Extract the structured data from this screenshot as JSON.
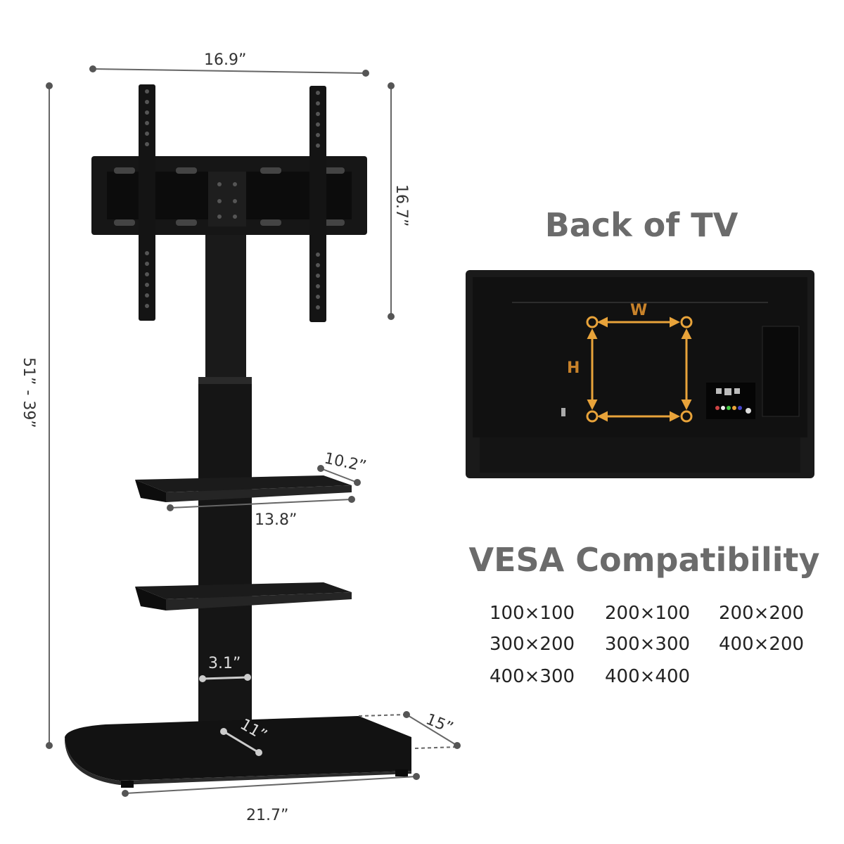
{
  "dimensions": {
    "top_width": "16.9”",
    "mount_height": "16.7”",
    "total_height": "51” - 39”",
    "shelf_depth": "10.2”",
    "shelf_width": "13.8”",
    "column_width": "3.1”",
    "base_inner": "11”",
    "base_depth": "15”",
    "base_width": "21.7”"
  },
  "back_of_tv": {
    "heading": "Back of TV",
    "width_marker": "W",
    "height_marker": "H"
  },
  "vesa": {
    "heading": "VESA Compatibility",
    "sizes": [
      "100×100",
      "200×100",
      "200×200",
      "300×200",
      "300×300",
      "400×200",
      "400×300",
      "400×400"
    ]
  },
  "colors": {
    "product": "#111111",
    "dimension_line": "#666666",
    "vesa_accent": "#e8a33a",
    "heading": "#6b6b6b"
  }
}
